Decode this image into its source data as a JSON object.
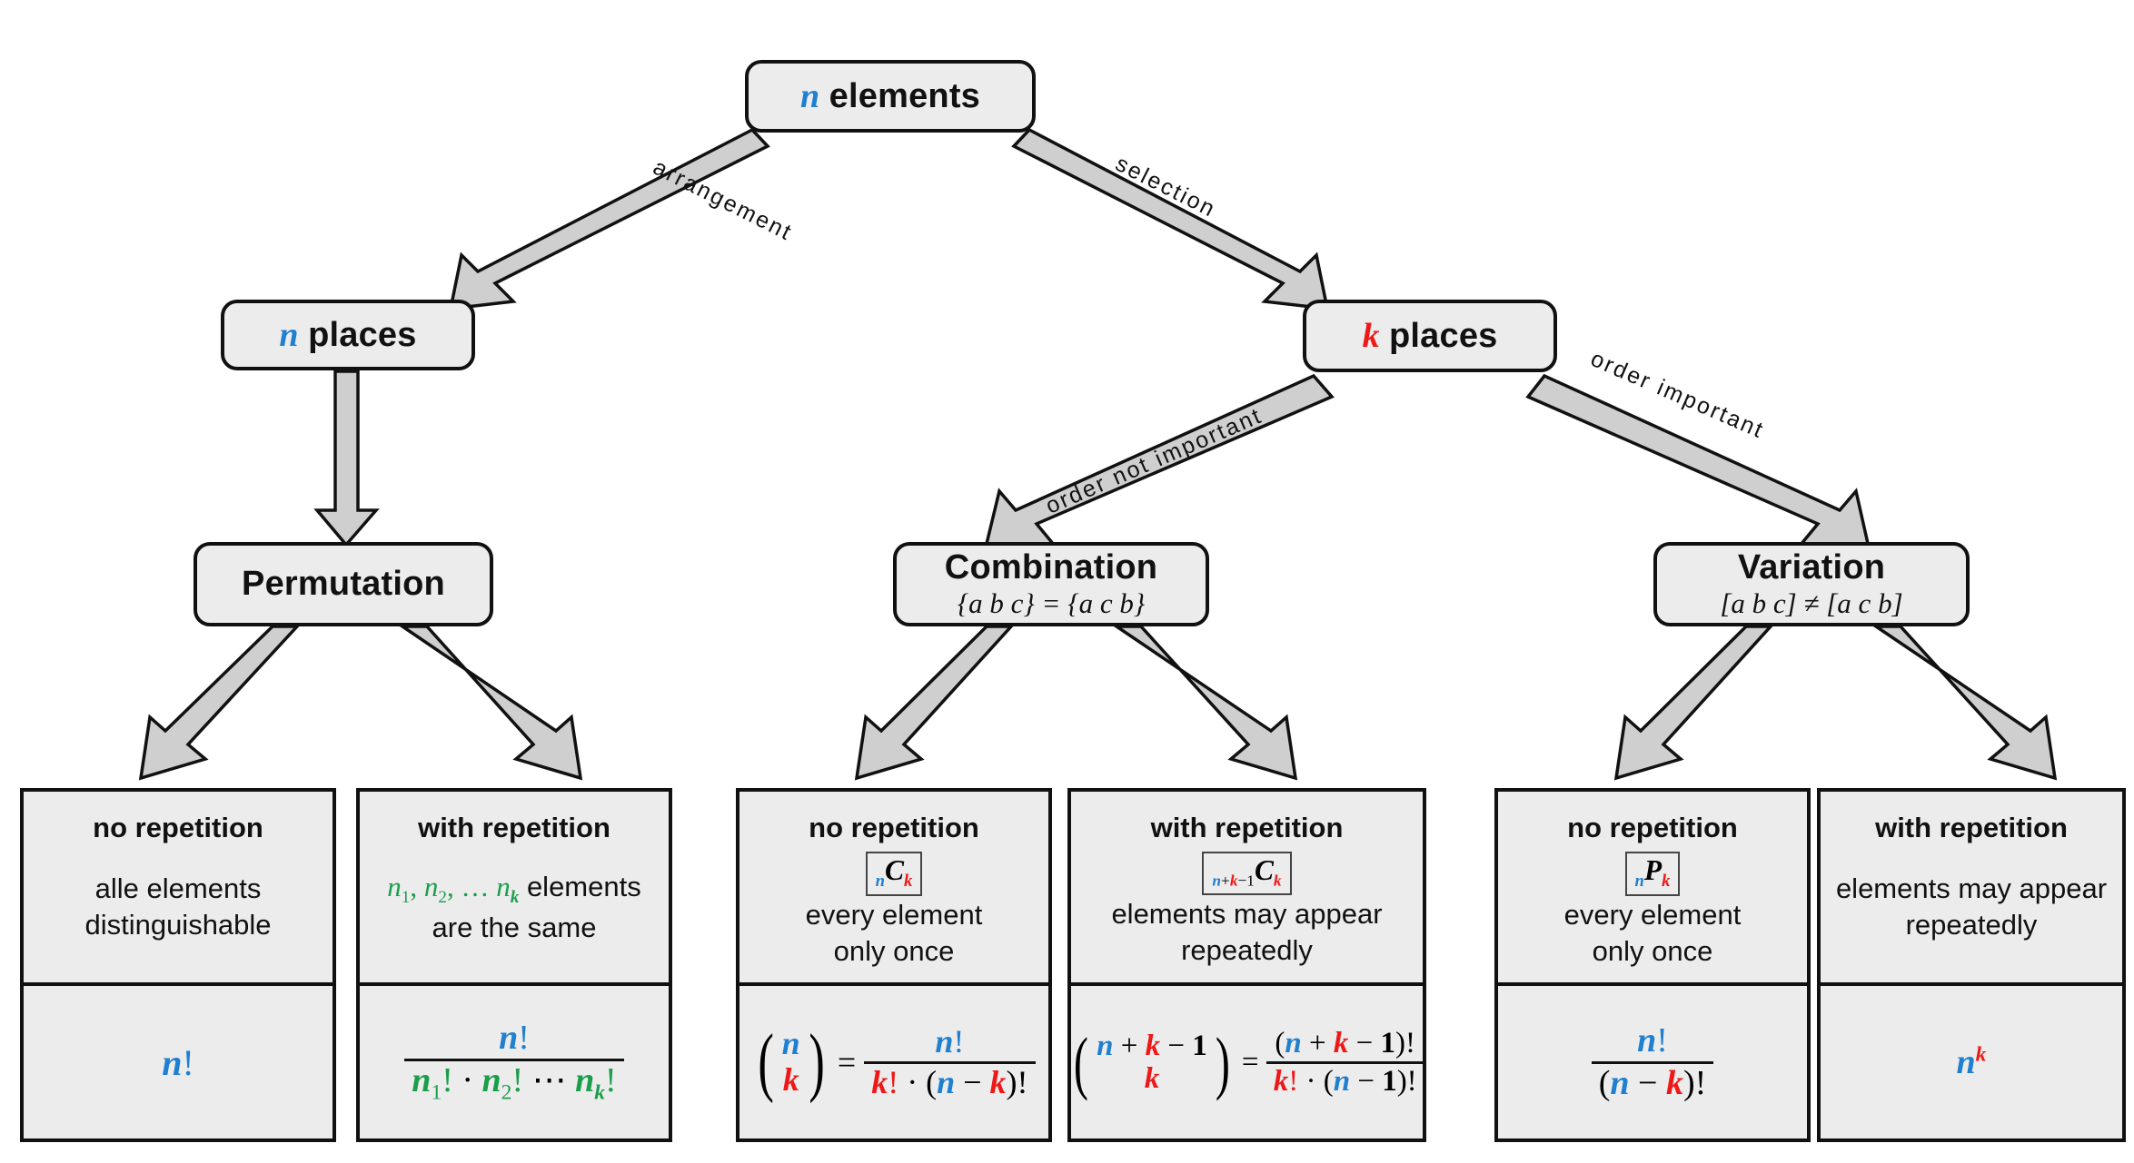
{
  "diagram": {
    "title": "Combinatorics overview",
    "colors": {
      "n": "#1f7fd0",
      "k": "#f01717",
      "ni": "#1a9e4b",
      "node_fill": "#ececec",
      "node_stroke": "#111111",
      "arrow_fill": "#cccccc"
    }
  },
  "nodes": {
    "root": {
      "symbol": "n",
      "label": "elements"
    },
    "n_places": {
      "symbol": "n",
      "label": "places"
    },
    "k_places": {
      "symbol": "k",
      "label": "places"
    },
    "permutation": {
      "title": "Permutation",
      "sub": ""
    },
    "combination": {
      "title": "Combination",
      "sub": "{a b c} = {a c b}"
    },
    "variation": {
      "title": "Variation",
      "sub": "[a b c] ≠ [a c b]"
    }
  },
  "edges": [
    {
      "id": "root-to-n-places",
      "label": "arrangement"
    },
    {
      "id": "root-to-k-places",
      "label": "selection"
    },
    {
      "id": "n-places-to-permutation",
      "label": ""
    },
    {
      "id": "k-places-to-combination",
      "label": "order not important"
    },
    {
      "id": "k-places-to-variation",
      "label": "order important"
    },
    {
      "id": "permutation-to-no-rep",
      "label": ""
    },
    {
      "id": "permutation-to-with-rep",
      "label": ""
    },
    {
      "id": "combination-to-no-rep",
      "label": ""
    },
    {
      "id": "combination-to-with-rep",
      "label": ""
    },
    {
      "id": "variation-to-no-rep",
      "label": ""
    },
    {
      "id": "variation-to-with-rep",
      "label": ""
    }
  ],
  "cards": [
    {
      "id": "permutation-no-repetition",
      "title": "no repetition",
      "symbol": "",
      "description": "alle elements\ndistinguishable",
      "formula_text": "n!"
    },
    {
      "id": "permutation-with-repetition",
      "title": "with repetition",
      "symbol": "",
      "description": "n₁, n₂, … nₖ elements\nare the same",
      "formula_text": "n! / (n₁! · n₂! ⋯ nₖ!)"
    },
    {
      "id": "combination-no-repetition",
      "title": "no repetition",
      "symbol": "nCk",
      "description": "every element\nonly once",
      "formula_text": "(n over k) = n! / (k! · (n − k)!)"
    },
    {
      "id": "combination-with-repetition",
      "title": "with repetition",
      "symbol": "n+k−1Ck",
      "description": "elements may appear\nrepeatedly",
      "formula_text": "(n + k − 1 over k) = (n + k − 1)! / (k! · (n − 1)!)"
    },
    {
      "id": "variation-no-repetition",
      "title": "no repetition",
      "symbol": "nPk",
      "description": "every element\nonly once",
      "formula_text": "n! / (n − k)!"
    },
    {
      "id": "variation-with-repetition",
      "title": "with repetition",
      "symbol": "",
      "description": "elements may appear\nrepeatedly",
      "formula_text": "n^k"
    }
  ]
}
